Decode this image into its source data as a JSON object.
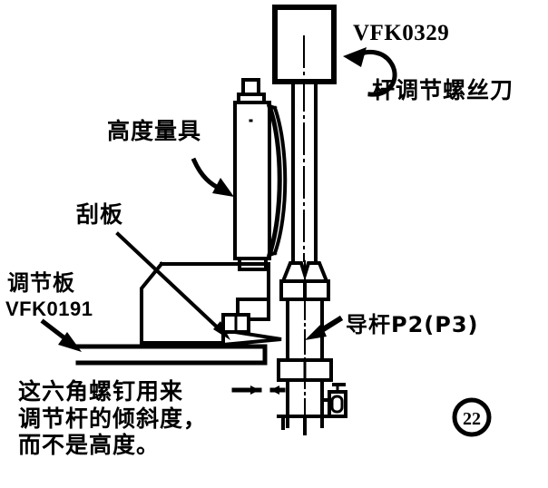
{
  "figure": {
    "kind": "mechanical-line-drawing",
    "title_number": "22",
    "ink_color": "#000000",
    "paper_color": "#ffffff"
  },
  "labels": {
    "part_number_screwdriver": "VFK0329",
    "screwdriver": "杆调节螺丝刀",
    "height_gauge": "高度量具",
    "scraper": "刮板",
    "adjusting_plate": "调节板",
    "part_number_plate": "VFK0191",
    "guide_rod": "导杆P2(P3)"
  },
  "note": {
    "line1": "这六角螺钉用来",
    "line2": "调节杆的倾斜度，",
    "line3": "而不是高度。"
  },
  "page_number": "22",
  "callouts": [
    {
      "name": "screwdriver-curved-arrow",
      "from": "杆调节螺丝刀",
      "to": "screwdriver-handle"
    },
    {
      "name": "height-gauge-curved-arrow",
      "from": "高度量具",
      "to": "gauge-body"
    },
    {
      "name": "scraper-leader-line",
      "from": "刮板",
      "to": "scraper-blade"
    },
    {
      "name": "adjusting-plate-arrow",
      "from": "调节板 VFK0191",
      "to": "adjusting-plate"
    },
    {
      "name": "guide-rod-arrow",
      "from": "导杆P2(P3)",
      "to": "guide-rod"
    },
    {
      "name": "hex-screw-arrow",
      "from": "这六角螺钉用来…",
      "to": "hex-screw"
    }
  ]
}
